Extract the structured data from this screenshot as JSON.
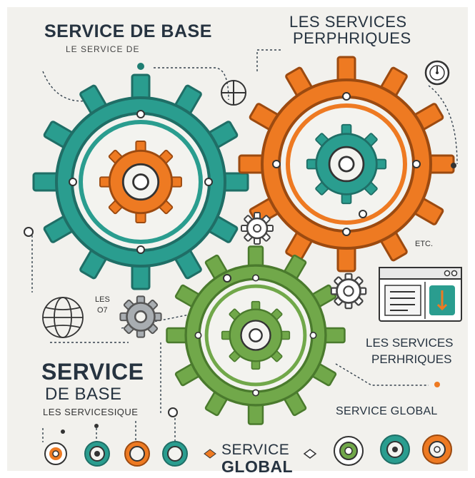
{
  "header": {
    "title": "SERVICE DE BASE",
    "subtitle": "LE SERVICE DE",
    "right_title_line1": "LES SERVICES",
    "right_title_line2": "PERPHRIQUES"
  },
  "labels": {
    "etc": "ETC.",
    "les": "LES",
    "o7": "O7",
    "right_services_line1": "LES SERVICES",
    "right_services_line2": "PERHRIQUES",
    "base_line1": "SERVICE",
    "base_line2": "DE BASE",
    "base_sub": "LES SERVICESIQUE",
    "global_right": "SERVICE GLOBAL",
    "global_bottom_line1": "SERVICE",
    "global_bottom_line2": "GLOBAL"
  },
  "colors": {
    "teal": "#2a9d8f",
    "teal_dark": "#1f7e73",
    "orange": "#ee7a22",
    "orange_dark": "#c9601a",
    "green": "#71a84a",
    "green_dark": "#568a37",
    "grey_gear": "#8a8f94",
    "ink": "#2b3845",
    "background": "#f2f1ed"
  },
  "icons": [
    "globe-icon",
    "crosshair-icon",
    "dial-icon",
    "browser-window-icon",
    "small-gear-icon",
    "target-icon"
  ]
}
